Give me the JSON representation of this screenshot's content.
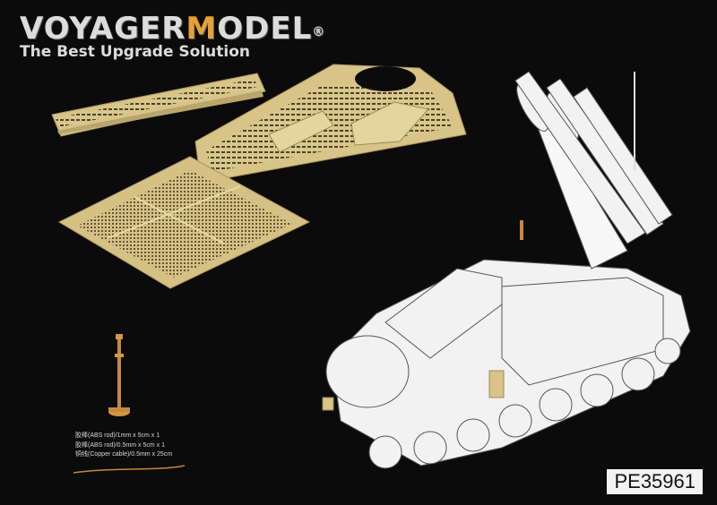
{
  "brand": {
    "part1": "VOYAGER",
    "accent1": "M",
    "part2": "ODEL",
    "registered": "®",
    "tagline": "The Best Upgrade Solution"
  },
  "notes": [
    "胶棒(ABS rod)/1mm x 5cm x 1",
    "胶棒(ABS rod)/0.5mm x 5cm x 1",
    "铜线(Copper cable)/0.5mm x 25cm"
  ],
  "product_code": "PE35961",
  "colors": {
    "background": "#0b0b0b",
    "brass": "#d9c489",
    "accent": "#e8a037",
    "copper": "#c8873a"
  }
}
